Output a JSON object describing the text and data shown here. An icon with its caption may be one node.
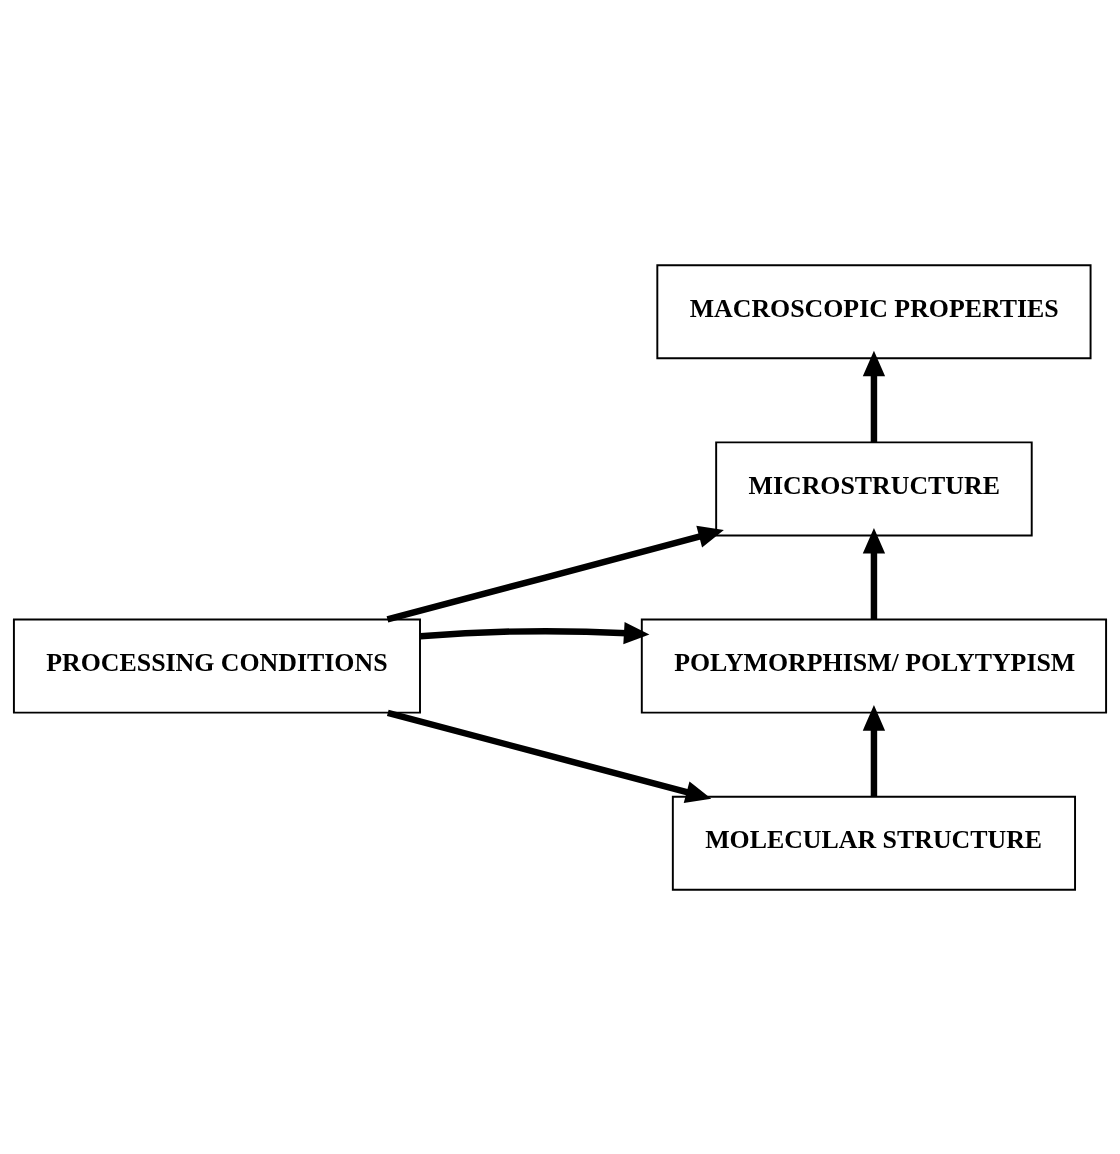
{
  "diagram": {
    "nodes": [
      {
        "text": [
          "MACROSCOPIC PROPERTIES"
        ]
      },
      {
        "text": [
          "MICROSTRUCTURE"
        ]
      },
      {
        "text": [
          "POLYMORPHISM/ POLYTYPISM"
        ]
      },
      {
        "text": [
          "PROCESSING CONDITIONS"
        ]
      },
      {
        "text": [
          "MOLECULAR STRUCTURE"
        ]
      }
    ],
    "edges": [
      {
        "from": 4,
        "to": 2,
        "arrow": "to"
      },
      {
        "from": 2,
        "to": 1,
        "arrow": "to"
      },
      {
        "from": 1,
        "to": 0,
        "arrow": "to"
      },
      {
        "from": 3,
        "to": 1,
        "arrow": "to"
      },
      {
        "from": 3,
        "to": 2,
        "arrow": "to"
      },
      {
        "from": 3,
        "to": 4,
        "arrow": "to"
      }
    ]
  }
}
